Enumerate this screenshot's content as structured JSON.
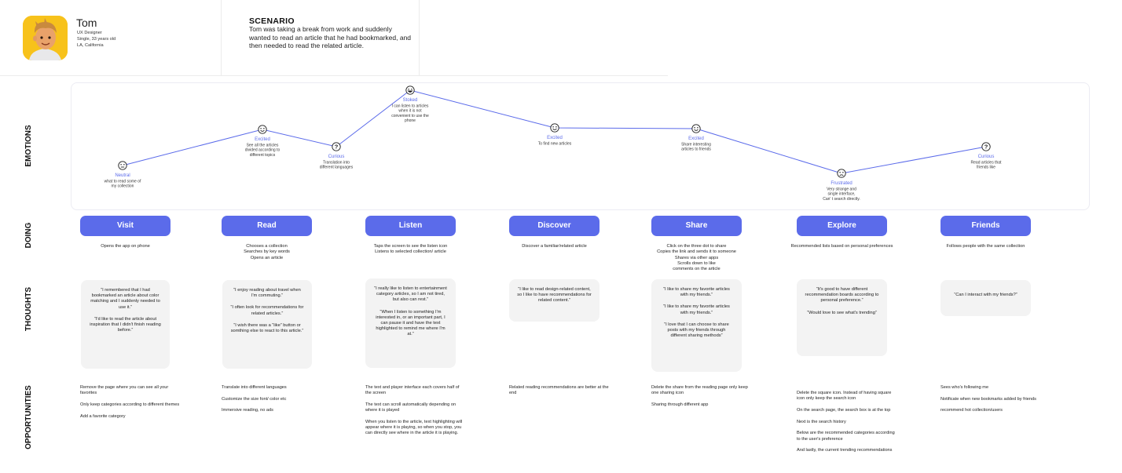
{
  "persona": {
    "name": "Tom",
    "role": "UX Designer",
    "status": "Single, 33 years old",
    "location": "LA, California"
  },
  "scenario": {
    "title": "SCENARIO",
    "text": "Tom was taking a break from work and suddenly wanted to read an article that he had bookmarked, and then needed to read the related article."
  },
  "sections": {
    "emotions": "EMOTIONS",
    "doing": "DOING",
    "thoughts": "THOUGHTS",
    "opportunities": "OPPORTUNITIES"
  },
  "colors": {
    "accent": "#5b6bea",
    "card": "#f3f3f3",
    "avatar_bg": "#f7c21b"
  },
  "emotions": [
    {
      "icon": "neutral-face-icon",
      "name": "Neutral",
      "desc": [
        "what to read some of",
        "my collection"
      ]
    },
    {
      "icon": "smile-face-icon",
      "name": "Excited",
      "desc": [
        "See all the articles",
        "divided according to",
        "different topics"
      ]
    },
    {
      "icon": "question-face-icon",
      "name": "Curious",
      "desc": [
        "Translation into",
        "different languages"
      ]
    },
    {
      "icon": "grin-face-icon",
      "name": "Stoked",
      "desc": [
        "I can listen to articles",
        "when it is not",
        "convenient to use the",
        "phone"
      ]
    },
    {
      "icon": "smile-face-icon",
      "name": "Excited",
      "desc": [
        "To find new articles"
      ]
    },
    {
      "icon": "smile-face-icon",
      "name": "Excited",
      "desc": [
        "Share interesting",
        "articles to friends"
      ]
    },
    {
      "icon": "frown-face-icon",
      "name": "Frustrated",
      "desc": [
        "Very strange and",
        "single interface,",
        "Can' t search directly."
      ]
    },
    {
      "icon": "question-face-icon",
      "name": "Curious",
      "desc": [
        "Read articles that",
        "friends like"
      ]
    }
  ],
  "stages": [
    {
      "label": "Visit",
      "doing": [
        "Opens the app on phone"
      ],
      "thoughts": [
        "“I remembered that I had bookmarked an article about color matching and I suddenly needed to use it.”",
        "“I'd like to read the article about inspiration that I didn't finish reading before.”"
      ],
      "opportunities": [
        "Remove the page where you can see all your favorites",
        "Only keep  categories according to different themes",
        "Add a favorite category"
      ]
    },
    {
      "label": "Read",
      "doing": [
        "Chooses a collection",
        "Searches by key words",
        "Opens an article"
      ],
      "thoughts": [
        "“I enjoy reading about travel when I'm commuting.”",
        "“I often look for recommendations for related articles.”",
        "“I wish there was a “like” button or somthing else to react to this article.”"
      ],
      "opportunities": [
        "Translate into different languages",
        "Customize the size font/ color etc",
        "Immersive reading, no ads"
      ]
    },
    {
      "label": "Listen",
      "doing": [
        "Taps the screen to see the listen icon",
        "Listens to selected collection/ article"
      ],
      "thoughts": [
        "“I really like to listen to entertainment category articles, so I am not tired, but also can rest.”",
        "“When I listen to something I'm interested in, or an important part, I can pause it and have the text highlighted to remind me where I'm at.”"
      ],
      "opportunities": [
        "The text and player interface each covers half of the screen",
        "The text can scroll automatically depending on where it is played",
        "When you listen to the article, text highlighting will appear where it is playing, so when you stop, you can directly see where in the article it is playing."
      ]
    },
    {
      "label": "Discover",
      "doing": [
        "Discover a familiar/related article"
      ],
      "thoughts": [
        "“I like to read design-related content, so I like to have recommendations for related content.”"
      ],
      "opportunities": [
        "Related reading recommendations are better at the end"
      ]
    },
    {
      "label": "Share",
      "doing": [
        "Click on the three dot to share",
        "Copies the link and sends it to someone",
        "Shares via other apps",
        "Scrolls down to like",
        "comments on the article"
      ],
      "thoughts": [
        "“I like to share my favorite articles with my friends.”",
        "“I like to share my favorite articles with my friends.”",
        "“I love that I can choose to share posts with my friends through different sharing methods”"
      ],
      "opportunities": [
        "Delete the share from the reading page only keep one sharing icon",
        "Sharing through different app"
      ]
    },
    {
      "label": "Explore",
      "doing": [
        "Recommended lists based on personal preferences"
      ],
      "thoughts": [
        "“It's good to have different recommendation boards according to personal preference.”",
        "“Would love to see what's trending”"
      ],
      "opportunities": [
        "Delete the square icon. Instead of having square icon only keep the search icon",
        "On the search page, the search box is at the top",
        "Next is the search history",
        "Below are the recommended categories according to the user's preference",
        "And lastly, the current trending recommendations"
      ]
    },
    {
      "label": "Friends",
      "doing": [
        "Follows people with the same collection"
      ],
      "thoughts": [
        "“Can I interact with my friends?”"
      ],
      "opportunities": [
        "Sees who's following me",
        "Notificate when new bookmarks added by friends",
        "recommend hot collection/users"
      ]
    }
  ]
}
